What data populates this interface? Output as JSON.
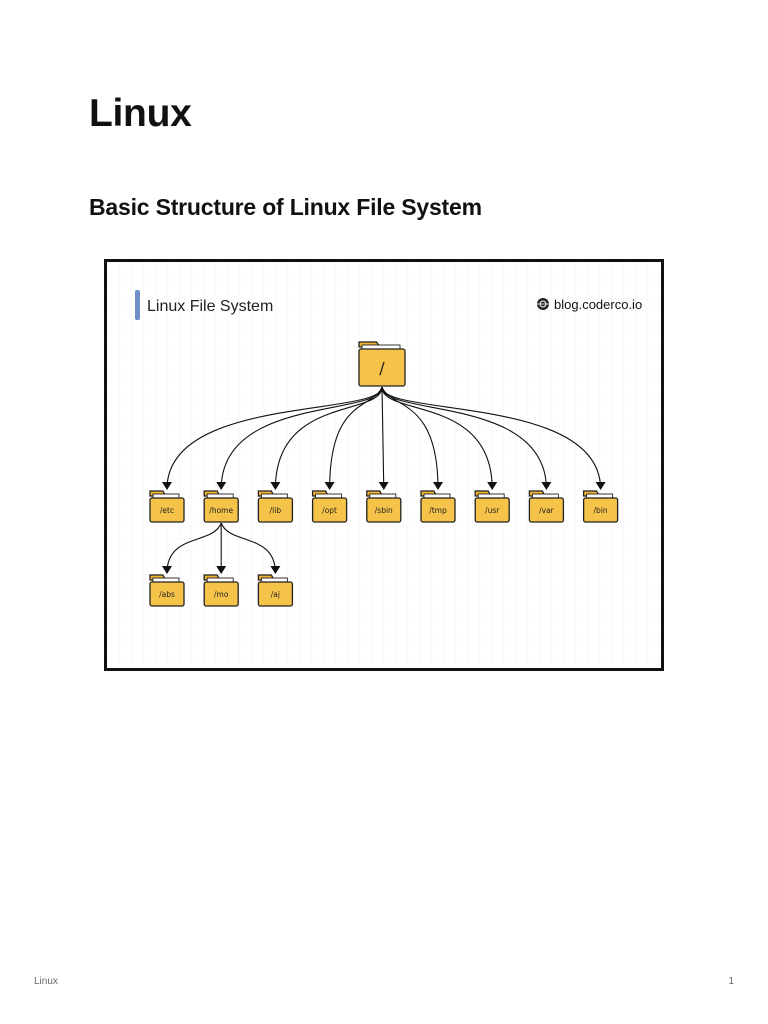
{
  "document": {
    "title": "Linux",
    "heading": "Basic Structure of Linux File System"
  },
  "figure": {
    "banner_title": "Linux File System",
    "source": "blog.coderco.io",
    "source_icon": "globe-icon",
    "root_label": "/",
    "level1": [
      "/etc",
      "/home",
      "/lib",
      "/opt",
      "/sbin",
      "/tmp",
      "/usr",
      "/var",
      "/bin"
    ],
    "home_children": [
      "/abs",
      "/mo",
      "/aj"
    ],
    "colors": {
      "folder_fill": "#f6c34a",
      "folder_back": "#f2b533",
      "folder_outline": "#222222",
      "accent_bar": "#6f8fc8",
      "grid": "#f4f4f4"
    }
  },
  "footer": {
    "left": "Linux",
    "page": "1"
  }
}
